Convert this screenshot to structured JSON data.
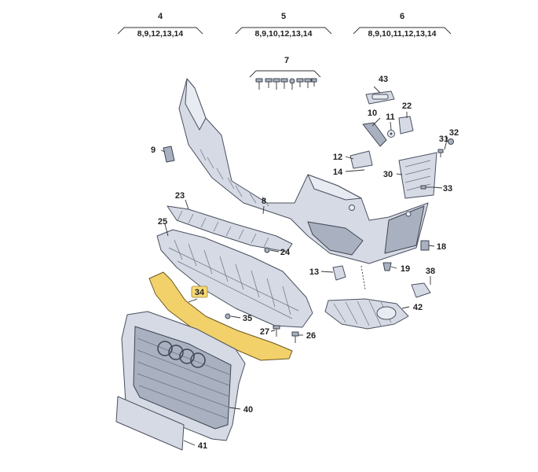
{
  "groups": [
    {
      "number": "4",
      "items": "8,9,12,13,14"
    },
    {
      "number": "5",
      "items": "8,9,10,12,13,14"
    },
    {
      "number": "6",
      "items": "8,9,10,11,12,13,14"
    }
  ],
  "fastener_set": {
    "number": "7"
  },
  "callouts": {
    "c8": "8",
    "c9": "9",
    "c10": "10",
    "c11": "11",
    "c12": "12",
    "c13": "13",
    "c14": "14",
    "c18": "18",
    "c19": "19",
    "c22": "22",
    "c23": "23",
    "c24": "24",
    "c25": "25",
    "c26": "26",
    "c27": "27",
    "c30": "30",
    "c31": "31",
    "c32": "32",
    "c33": "33",
    "c34": "34",
    "c35": "35",
    "c38": "38",
    "c40": "40",
    "c41": "41",
    "c42": "42",
    "c43": "43"
  },
  "highlight_color": "#f2d16a"
}
